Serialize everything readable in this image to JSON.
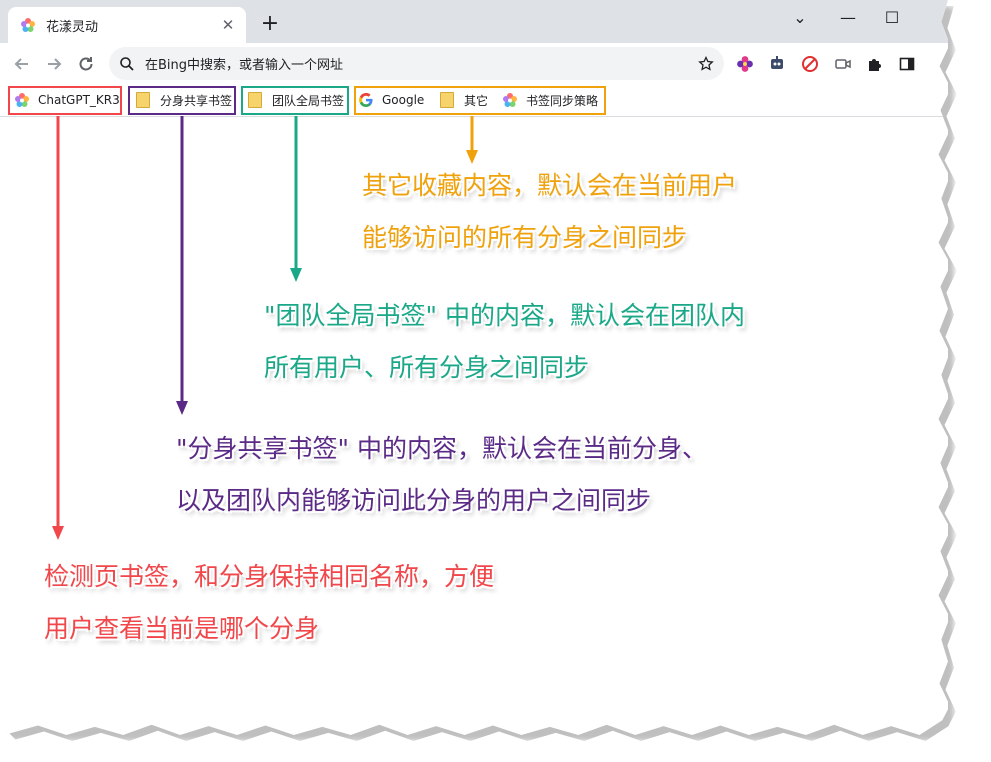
{
  "tab": {
    "title": "花漾灵动",
    "close_glyph": "✕"
  },
  "new_tab_glyph": "+",
  "window": {
    "chevron": "⌄",
    "minimize": "—",
    "maximize": "☐"
  },
  "omnibox": {
    "placeholder": "在Bing中搜索，或者输入一个网址"
  },
  "bookmarks": [
    {
      "label": "ChatGPT_KR3",
      "icon": "flower-icon"
    },
    {
      "label": "分身共享书签",
      "icon": "folder-icon"
    },
    {
      "label": "团队全局书签",
      "icon": "folder-icon"
    },
    {
      "label": "Google",
      "icon": "google-icon"
    },
    {
      "label": "其它",
      "icon": "folder-icon"
    },
    {
      "label": "书签同步策略",
      "icon": "flower-icon"
    }
  ],
  "annotations": {
    "other": {
      "line1": "其它收藏内容，默认会在当前用户",
      "line2": "能够访问的所有分身之间同步",
      "color": "#f0a20c"
    },
    "team": {
      "line1": "\"团队全局书签\" 中的内容，默认会在团队内",
      "line2": "所有用户、所有分身之间同步",
      "color": "#1aa889"
    },
    "shared": {
      "line1": "\"分身共享书签\" 中的内容，默认会在当前分身、",
      "line2": "以及团队内能够访问此分身的用户之间同步",
      "color": "#5b2a86"
    },
    "detect": {
      "line1": "检测页书签，和分身保持相同名称，方便",
      "line2": "用户查看当前是哪个分身",
      "color": "#f1474b"
    }
  },
  "colors": {
    "chrome_bg": "#dee1e6",
    "omnibox_bg": "#f1f3f4"
  }
}
